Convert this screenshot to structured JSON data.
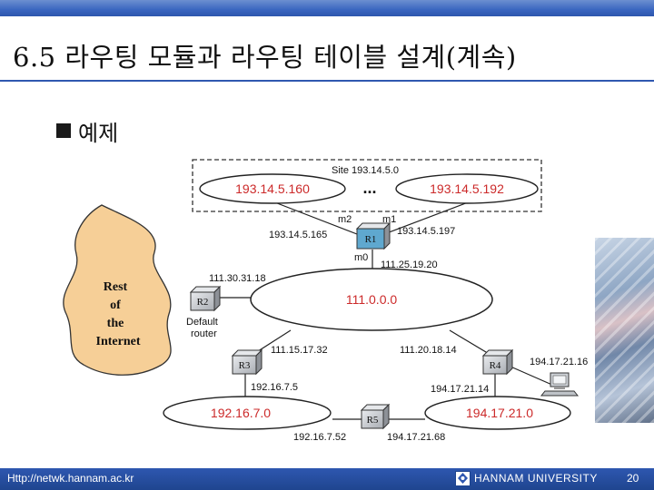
{
  "slide": {
    "title": "6.5 라우팅 모듈과 라우팅 테이블 설계(계속)",
    "bullet": "예제"
  },
  "diagram": {
    "site_label": "Site 193.14.5.0",
    "ellipsis": "...",
    "networks": {
      "left_site": "193.14.5.160",
      "right_site": "193.14.5.192",
      "backbone": "111.0.0.0",
      "lower_left": "192.16.7.0",
      "lower_right": "194.17.21.0"
    },
    "routers": {
      "r1": "R1",
      "r2": "R2",
      "r3": "R3",
      "r4": "R4",
      "r5": "R5"
    },
    "interfaces": {
      "m0": "m0",
      "m1": "m1",
      "m2": "m2"
    },
    "addresses": {
      "r1_m2": "193.14.5.165",
      "r1_m1": "193.14.5.197",
      "r1_m0": "111.25.19.20",
      "r2": "111.30.31.18",
      "r3_top": "111.15.17.32",
      "r4_top": "111.20.18.14",
      "host": "194.17.21.16",
      "r3_bottom": "192.16.7.5",
      "r4_bottom": "194.17.21.14",
      "r5_left": "192.16.7.52",
      "r5_right": "194.17.21.68"
    },
    "internet": {
      "line1": "Rest",
      "line2": "of",
      "line3": "the",
      "line4": "Internet"
    },
    "default_router": {
      "line1": "Default",
      "line2": "router"
    }
  },
  "footer": {
    "url": "Http://netwk.hannam.ac.kr",
    "university": "HANNAM  UNIVERSITY",
    "page": "20"
  },
  "colors": {
    "network_text": "#cc2a2a",
    "router_fill": "#c6c9ce",
    "router_highlight": "#5fa8cf",
    "internet_fill": "#f6cf97",
    "bar_blue": "#2e57b0"
  }
}
